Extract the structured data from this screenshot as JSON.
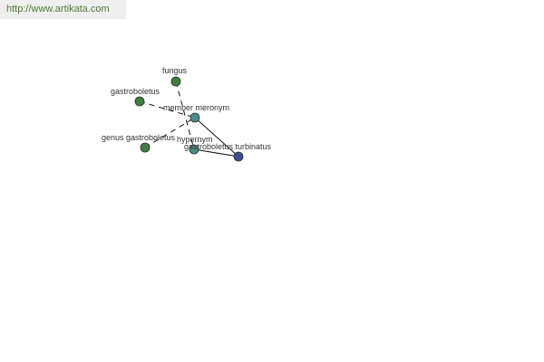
{
  "site": {
    "url": "http://www.artikata.com"
  },
  "colors": {
    "leaf_node": "#3f7f3f",
    "relation_node": "#4a8c8c",
    "root_node": "#3f4f8f",
    "edge": "#111111",
    "node_stroke": "#2b2b2b"
  },
  "graph": {
    "nodes": {
      "fungus": {
        "label": "fungus",
        "kind": "leaf"
      },
      "gastroboletus": {
        "label": "gastroboletus",
        "kind": "leaf"
      },
      "genus_gastroboletus": {
        "label": "genus gastroboletus",
        "kind": "leaf"
      },
      "member_meronym": {
        "label": "member meronym",
        "kind": "relation"
      },
      "hypernym": {
        "label": "hypernym",
        "kind": "relation"
      },
      "gastroboletus_turbinatus": {
        "label": "gastroboletus turbinatus",
        "kind": "root"
      }
    },
    "edges": [
      {
        "from": "fungus",
        "to": "hypernym",
        "style": "dashed"
      },
      {
        "from": "gastroboletus",
        "to": "member_meronym",
        "style": "dashed"
      },
      {
        "from": "genus_gastroboletus",
        "to": "member_meronym",
        "style": "dashed"
      },
      {
        "from": "member_meronym",
        "to": "gastroboletus_turbinatus",
        "style": "solid"
      },
      {
        "from": "hypernym",
        "to": "gastroboletus_turbinatus",
        "style": "solid"
      }
    ]
  }
}
